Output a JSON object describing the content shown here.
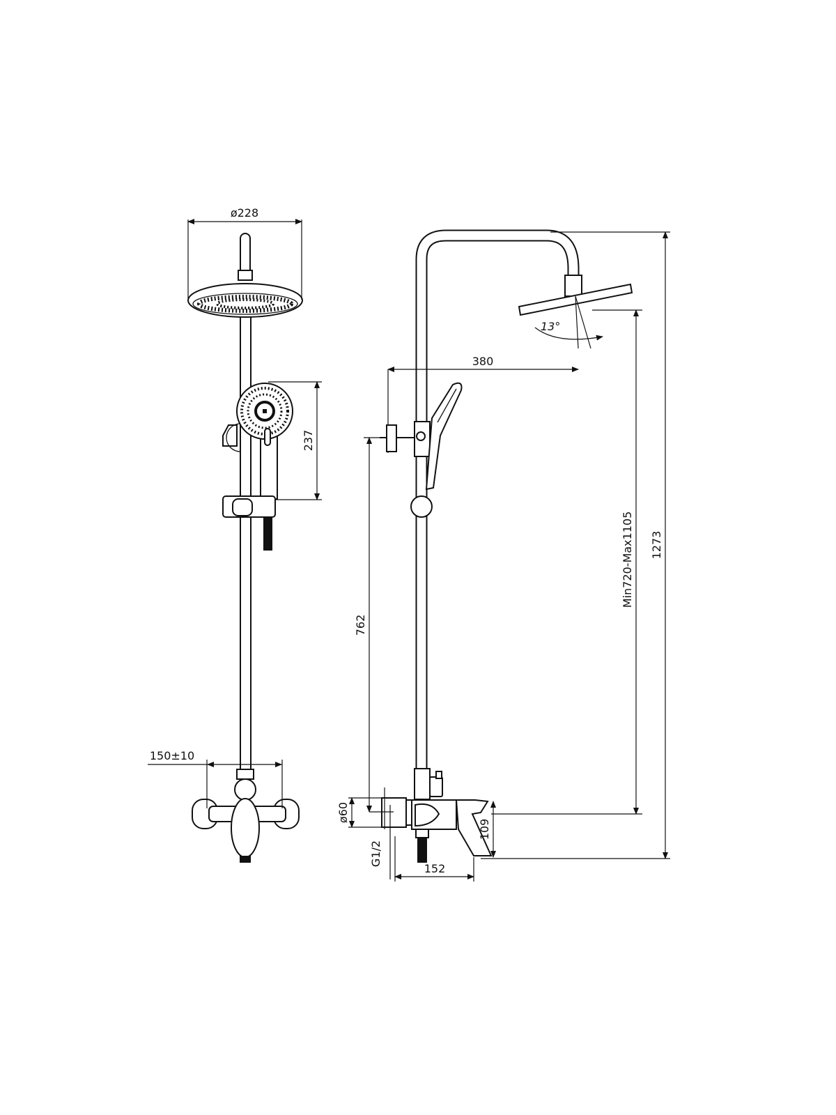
{
  "drawing": {
    "front_view": {
      "rain_head_diameter": "ø228",
      "hand_shower_height": "237",
      "inlet_spacing": "150±10"
    },
    "side_view": {
      "arm_projection": "380",
      "head_tilt": "13°",
      "valve_height": "762",
      "height_range": "Min720-Max1105",
      "total_height": "1273",
      "escutcheon_diameter": "ø60",
      "thread": "G1/2",
      "mixer_height": "109",
      "spout_projection": "152"
    }
  }
}
